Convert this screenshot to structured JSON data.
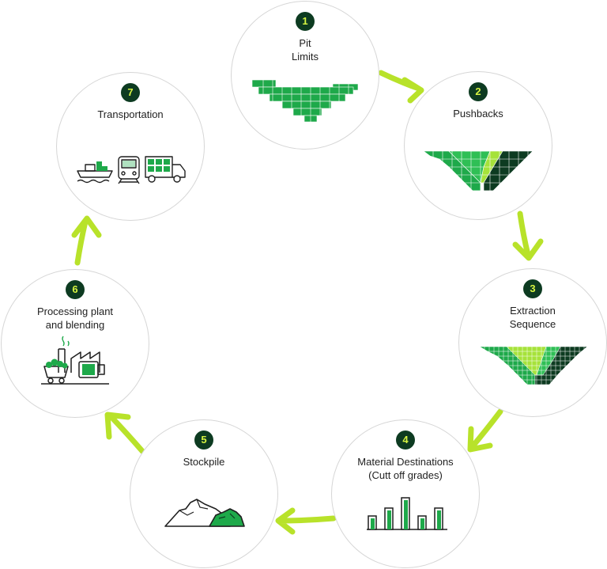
{
  "colors": {
    "arrow": "#b8e22a",
    "dark_green": "#0d3b21",
    "green": "#1ea94a",
    "mid_green": "#2fbf55",
    "lime": "#a6e23a",
    "badge_text": "#d7f542",
    "circle_border": "#d6d6d6"
  },
  "steps": [
    {
      "number": "1",
      "label": "Pit\nLimits",
      "icon": "open-pit-icon"
    },
    {
      "number": "2",
      "label": "Pushbacks",
      "icon": "pushbacks-icon"
    },
    {
      "number": "3",
      "label": "Extraction\nSequence",
      "icon": "extraction-sequence-icon"
    },
    {
      "number": "4",
      "label": "Material Destinations\n(Cutt off grades)",
      "icon": "bar-chart-icon"
    },
    {
      "number": "5",
      "label": "Stockpile",
      "icon": "stockpile-icon"
    },
    {
      "number": "6",
      "label": "Processing plant\nand blending",
      "icon": "processing-plant-icon"
    },
    {
      "number": "7",
      "label": "Transportation",
      "icon": "transportation-icon"
    }
  ]
}
